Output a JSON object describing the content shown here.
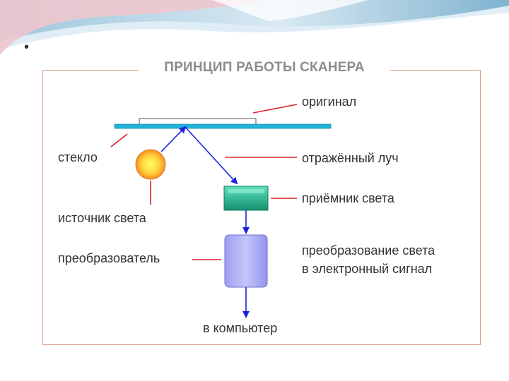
{
  "bullet": "•",
  "diagram": {
    "title": "ПРИНЦИП РАБОТЫ СКАНЕРА",
    "labels": {
      "original": "оригинал",
      "glass": "стекло",
      "reflected_ray": "отражённый луч",
      "light_source": "источник света",
      "light_receiver": "приёмник света",
      "converter": "преобразователь",
      "conversion_line1": "преобразование света",
      "conversion_line2": "в электронный сигнал",
      "to_computer": "в компьютер"
    }
  },
  "colors": {
    "glass": "#21b2d8",
    "ray": "#1a22e0",
    "pointer": "#e0202a",
    "receiver": "#22b78f",
    "converter": "#a9aaf7",
    "frame": "#d9a184",
    "title": "#8c8c8c",
    "text": "#333333"
  }
}
